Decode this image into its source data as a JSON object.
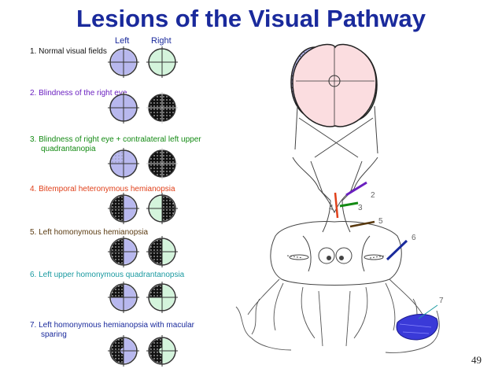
{
  "title": "Lesions of the Visual Pathway",
  "column_labels": {
    "left": "Left",
    "right": "Right"
  },
  "lesions": [
    {
      "label": "1.  Normal visual fields",
      "color": "#111111"
    },
    {
      "label": "2.  Blindness of the right eye",
      "color": "#6a1fc0"
    },
    {
      "label": "3.  Blindness of right eye + contralateral left upper",
      "label2": "quadrantanopia",
      "color": "#138a13"
    },
    {
      "label": "4.  Bitemporal heteronymous hemianopsia",
      "color": "#e0401a"
    },
    {
      "label": "5.  Left homonymous hemianopsia",
      "color": "#5a3a10"
    },
    {
      "label": "6.  Left upper  homonymous quadrantanopsia",
      "color": "#1a9aa0"
    },
    {
      "label": "7.  Left homonymous hemianopsia with macular",
      "label2": "sparing",
      "color": "#1a2a9c"
    }
  ],
  "lesion_numbers": [
    "2",
    "3",
    "4",
    "5",
    "6",
    "7"
  ],
  "page_number": "49",
  "colors": {
    "title": "#1a2a9c",
    "left_field": "#b8b8ee",
    "right_field": "#d4f4dc",
    "blind": "#1a1a1a"
  }
}
